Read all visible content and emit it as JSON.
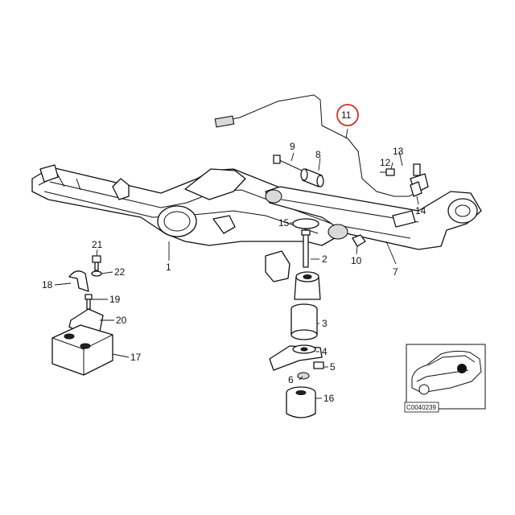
{
  "callouts": [
    {
      "num": "1"
    },
    {
      "num": "2"
    },
    {
      "num": "3"
    },
    {
      "num": "4"
    },
    {
      "num": "5"
    },
    {
      "num": "6"
    },
    {
      "num": "7"
    },
    {
      "num": "8"
    },
    {
      "num": "9"
    },
    {
      "num": "10"
    },
    {
      "num": "11"
    },
    {
      "num": "12"
    },
    {
      "num": "13"
    },
    {
      "num": "14"
    },
    {
      "num": "15"
    },
    {
      "num": "16"
    },
    {
      "num": "17"
    },
    {
      "num": "18"
    },
    {
      "num": "19"
    },
    {
      "num": "20"
    },
    {
      "num": "21"
    },
    {
      "num": "22"
    }
  ],
  "highlighted_callout": "11",
  "highlight_color": "#d0312d",
  "inset": {
    "code": "C0040239"
  }
}
